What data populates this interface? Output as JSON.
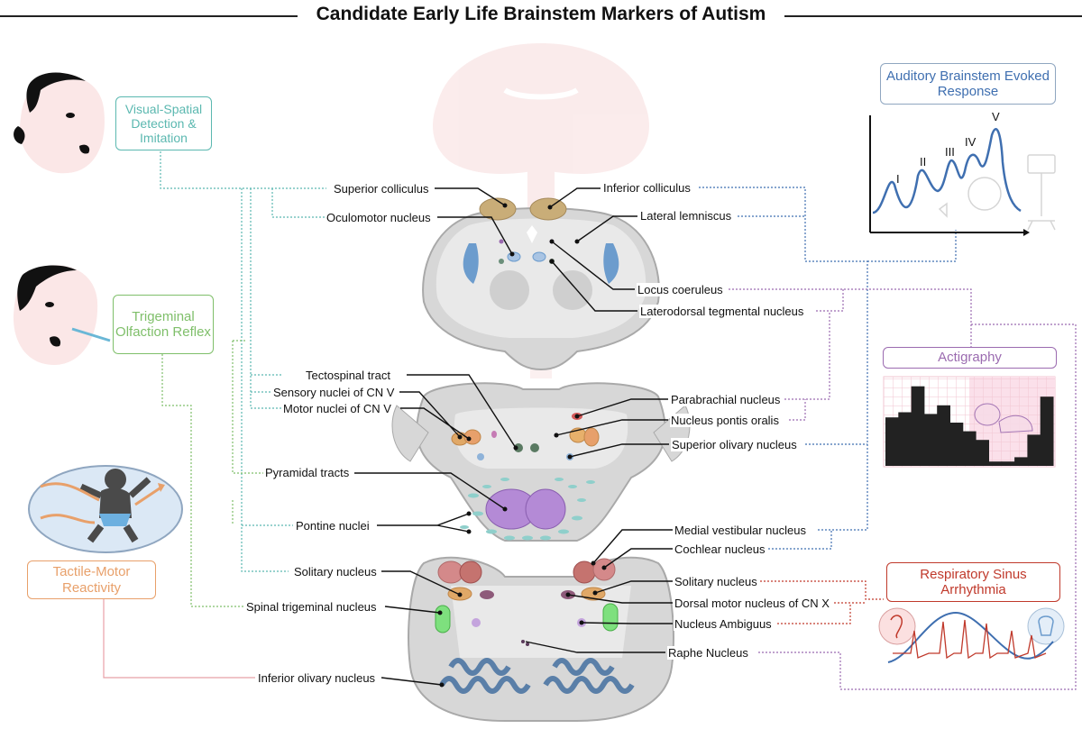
{
  "title": "Candidate Early Life Brainstem Markers of Autism",
  "colors": {
    "visual": "#5bb8b0",
    "trigeminal": "#7fbf6a",
    "tactile": "#e8a06a",
    "auditory": "#3f6fb0",
    "actigraphy": "#9b6bb0",
    "respiratory": "#c0392b",
    "tactile_line": "#e8a0a8"
  },
  "marker_boxes": {
    "visual_spatial": "Visual-Spatial Detection & Imitation",
    "trigeminal": "Trigeminal Olfaction Reflex",
    "tactile_motor": "Tactile-Motor Reactivity",
    "auditory": "Auditory Brainstem Evoked Response",
    "actigraphy": "Actigraphy",
    "respiratory": "Respiratory Sinus Arrhythmia"
  },
  "abr_peaks": [
    "I",
    "II",
    "III",
    "IV",
    "V"
  ],
  "labels_left": {
    "superior_colliculus": "Superior colliculus",
    "oculomotor_nucleus": "Oculomotor nucleus",
    "tectospinal_tract": "Tectospinal tract",
    "sensory_nuclei_cn5": "Sensory nuclei of CN V",
    "motor_nuclei_cn5": "Motor nuclei of CN V",
    "pyramidal_tracts": "Pyramidal tracts",
    "pontine_nuclei": "Pontine nuclei",
    "solitary_nucleus": "Solitary nucleus",
    "spinal_trigeminal_nucleus": "Spinal trigeminal nucleus",
    "inferior_olivary_nucleus": "Inferior olivary nucleus"
  },
  "labels_right": {
    "inferior_colliculus": "Inferior colliculus",
    "lateral_lemniscus": "Lateral lemniscus",
    "locus_coeruleus": "Locus coeruleus",
    "laterodorsal_tegmental_nucleus": "Laterodorsal tegmental nucleus",
    "parabrachial_nucleus": "Parabrachial nucleus",
    "nucleus_pontis_oralis": "Nucleus pontis oralis",
    "superior_olivary_nucleus": "Superior olivary nucleus",
    "medial_vestibular_nucleus": "Medial vestibular nucleus",
    "cochlear_nucleus": "Cochlear nucleus",
    "solitary_nucleus": "Solitary nucleus",
    "dorsal_motor_nucleus_cn10": "Dorsal motor nucleus of CN X",
    "nucleus_ambiguus": "Nucleus Ambiguus",
    "raphe_nucleus": "Raphe Nucleus"
  },
  "actigraphy_bars": [
    0.56,
    0.62,
    0.92,
    0.6,
    0.7,
    0.5,
    0.4,
    0.3,
    0.05,
    0.05,
    0.1,
    0.36,
    0.8
  ]
}
